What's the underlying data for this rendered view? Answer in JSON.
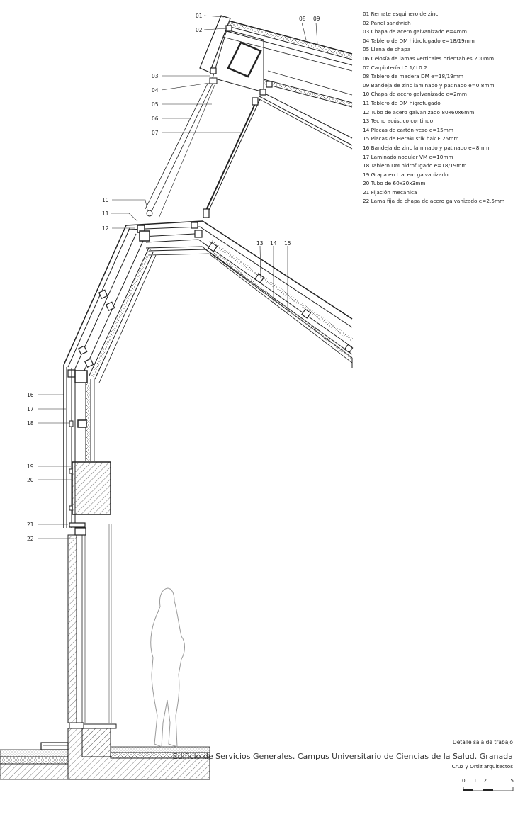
{
  "legend": [
    "01 Remate esquinero de zinc",
    "02 Panel sandwich",
    "03  Chapa de acero galvanizado e=4mm",
    "04 Tablero de DM hidrofugado e=18/19mm",
    "05 Llena de chapa",
    "06 Celosía de lamas verticales orientables 200mm",
    "07 Carpintería L0.1/ L0.2",
    "08 Tablero de madera DM e=18/19mm",
    "09 Bandeja de zinc laminado y patinado e=0.8mm",
    "10 Chapa de acero galvanizado e=2mm",
    "11 Tablero de DM higrofugado",
    "12  Tubo de acero galvanizado 80x60x6mm",
    "13 Techo acústico continuo",
    "14 Placas de cartón-yeso e=15mm",
    "15 Placas de Herakustik hak F 25mm",
    "16 Bandeja de zinc laminado y patinado e=8mm",
    "17 Laminado nodular VM e=10mm",
    "18 Tablero DM hidrofugado e=18/19mm",
    "19  Grapa en L acero galvanizado",
    "20  Tubo de 60x30x3mm",
    "21 Fijación mecánica",
    "22 Lama fija de chapa de acero galvanizado e=2.5mm"
  ],
  "callouts": {
    "c01": "01",
    "c02": "02",
    "c03": "03",
    "c04": "04",
    "c05": "05",
    "c06": "06",
    "c07": "07",
    "c08": "08",
    "c09": "09",
    "c10": "10",
    "c11": "11",
    "c12": "12",
    "c13": "13",
    "c14": "14",
    "c15": "15",
    "c16": "16",
    "c17": "17",
    "c18": "18",
    "c19": "19",
    "c20": "20",
    "c21": "21",
    "c22": "22"
  },
  "title_block": {
    "detail": "Detalle sala de trabajo",
    "project": "Edificio de Servicios Generales. Campus Universitario de Ciencias de la Salud. Granada",
    "authors": "Cruz y Ortiz arquitectos"
  },
  "scale_bar": {
    "t0": "0",
    "t1": ".1",
    "t2": ".2",
    "t3": ".5"
  },
  "colors": {
    "line": "#222222",
    "hatch": "#555555",
    "insulation": "#d6d6d6",
    "figure": "#9a9a9a"
  }
}
